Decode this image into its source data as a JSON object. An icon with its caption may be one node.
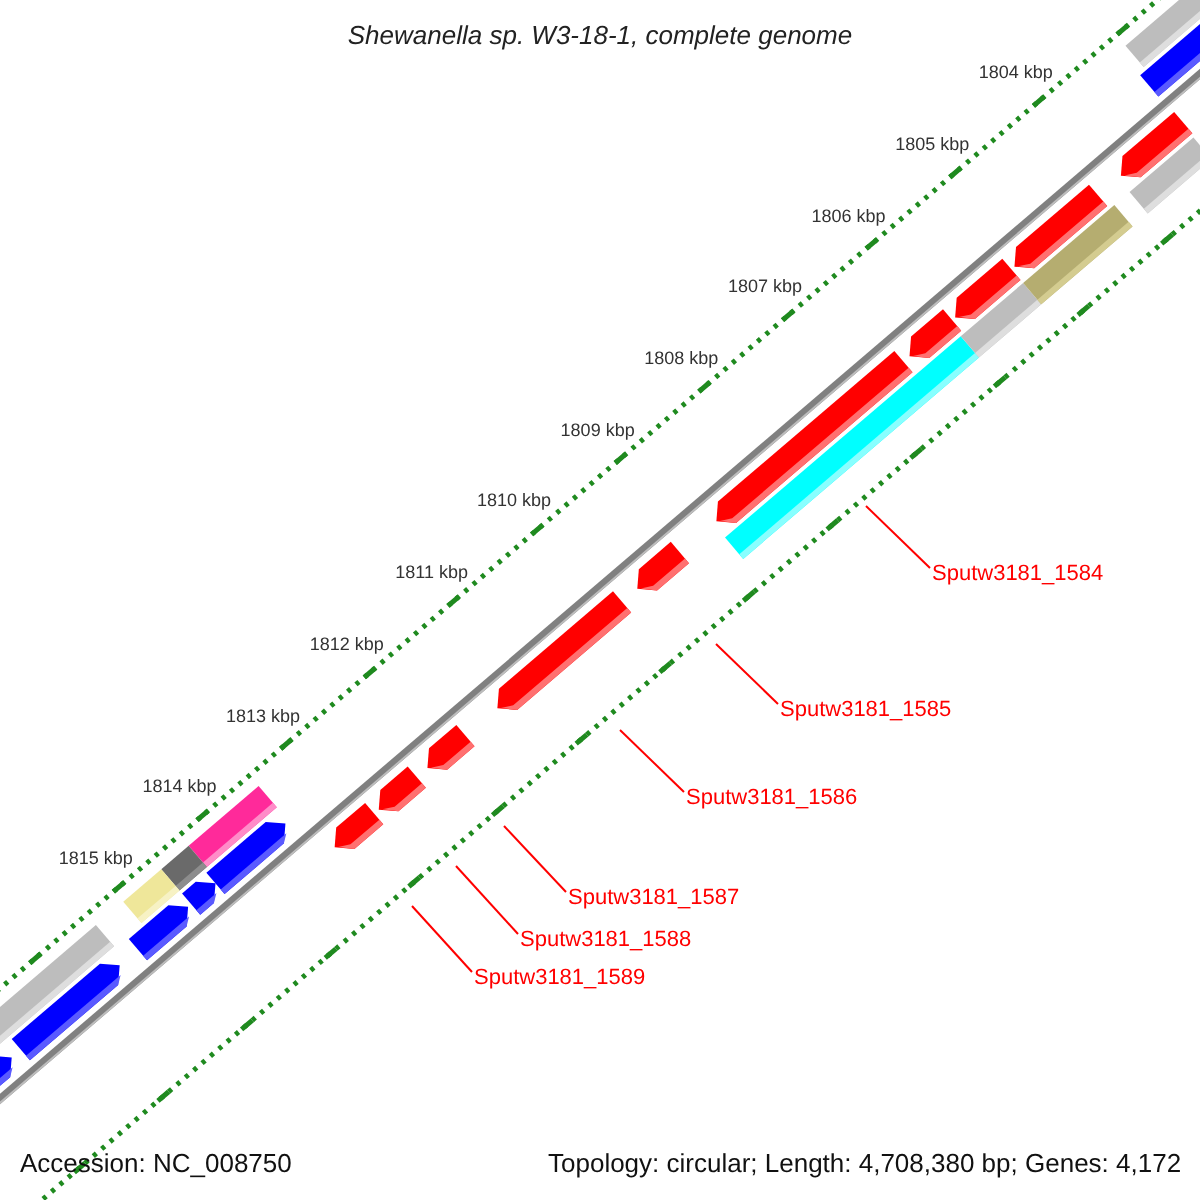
{
  "diagram": {
    "title": "Shewanella sp. W3-18-1, complete genome",
    "nodes": [
      {
        "text": [
          "Sputw3181_1584"
        ]
      },
      {
        "text": [
          "Sputw3181_1585"
        ]
      },
      {
        "text": [
          "Sputw3181_1586"
        ]
      },
      {
        "text": [
          "Sputw3181_1587"
        ]
      },
      {
        "text": [
          "Sputw3181_1588"
        ]
      },
      {
        "text": [
          "Sputw3181_1589"
        ]
      }
    ],
    "edges": [
      {
        "from": 0,
        "to": null,
        "arrow": "none"
      },
      {
        "from": 1,
        "to": null,
        "arrow": "none"
      },
      {
        "from": 2,
        "to": null,
        "arrow": "none"
      },
      {
        "from": 3,
        "to": null,
        "arrow": "none"
      },
      {
        "from": 4,
        "to": null,
        "arrow": "none"
      },
      {
        "from": 5,
        "to": null,
        "arrow": "none"
      }
    ],
    "labels": [
      "1804 kbp",
      "1805 kbp",
      "1806 kbp",
      "1807 kbp",
      "1808 kbp",
      "1809 kbp",
      "1810 kbp",
      "1811 kbp",
      "1812 kbp",
      "1813 kbp",
      "1814 kbp",
      "1815 kbp",
      "Accession: NC_008750",
      "Topology: circular; Length: 4,708,380 bp; Genes: 4,172"
    ]
  }
}
